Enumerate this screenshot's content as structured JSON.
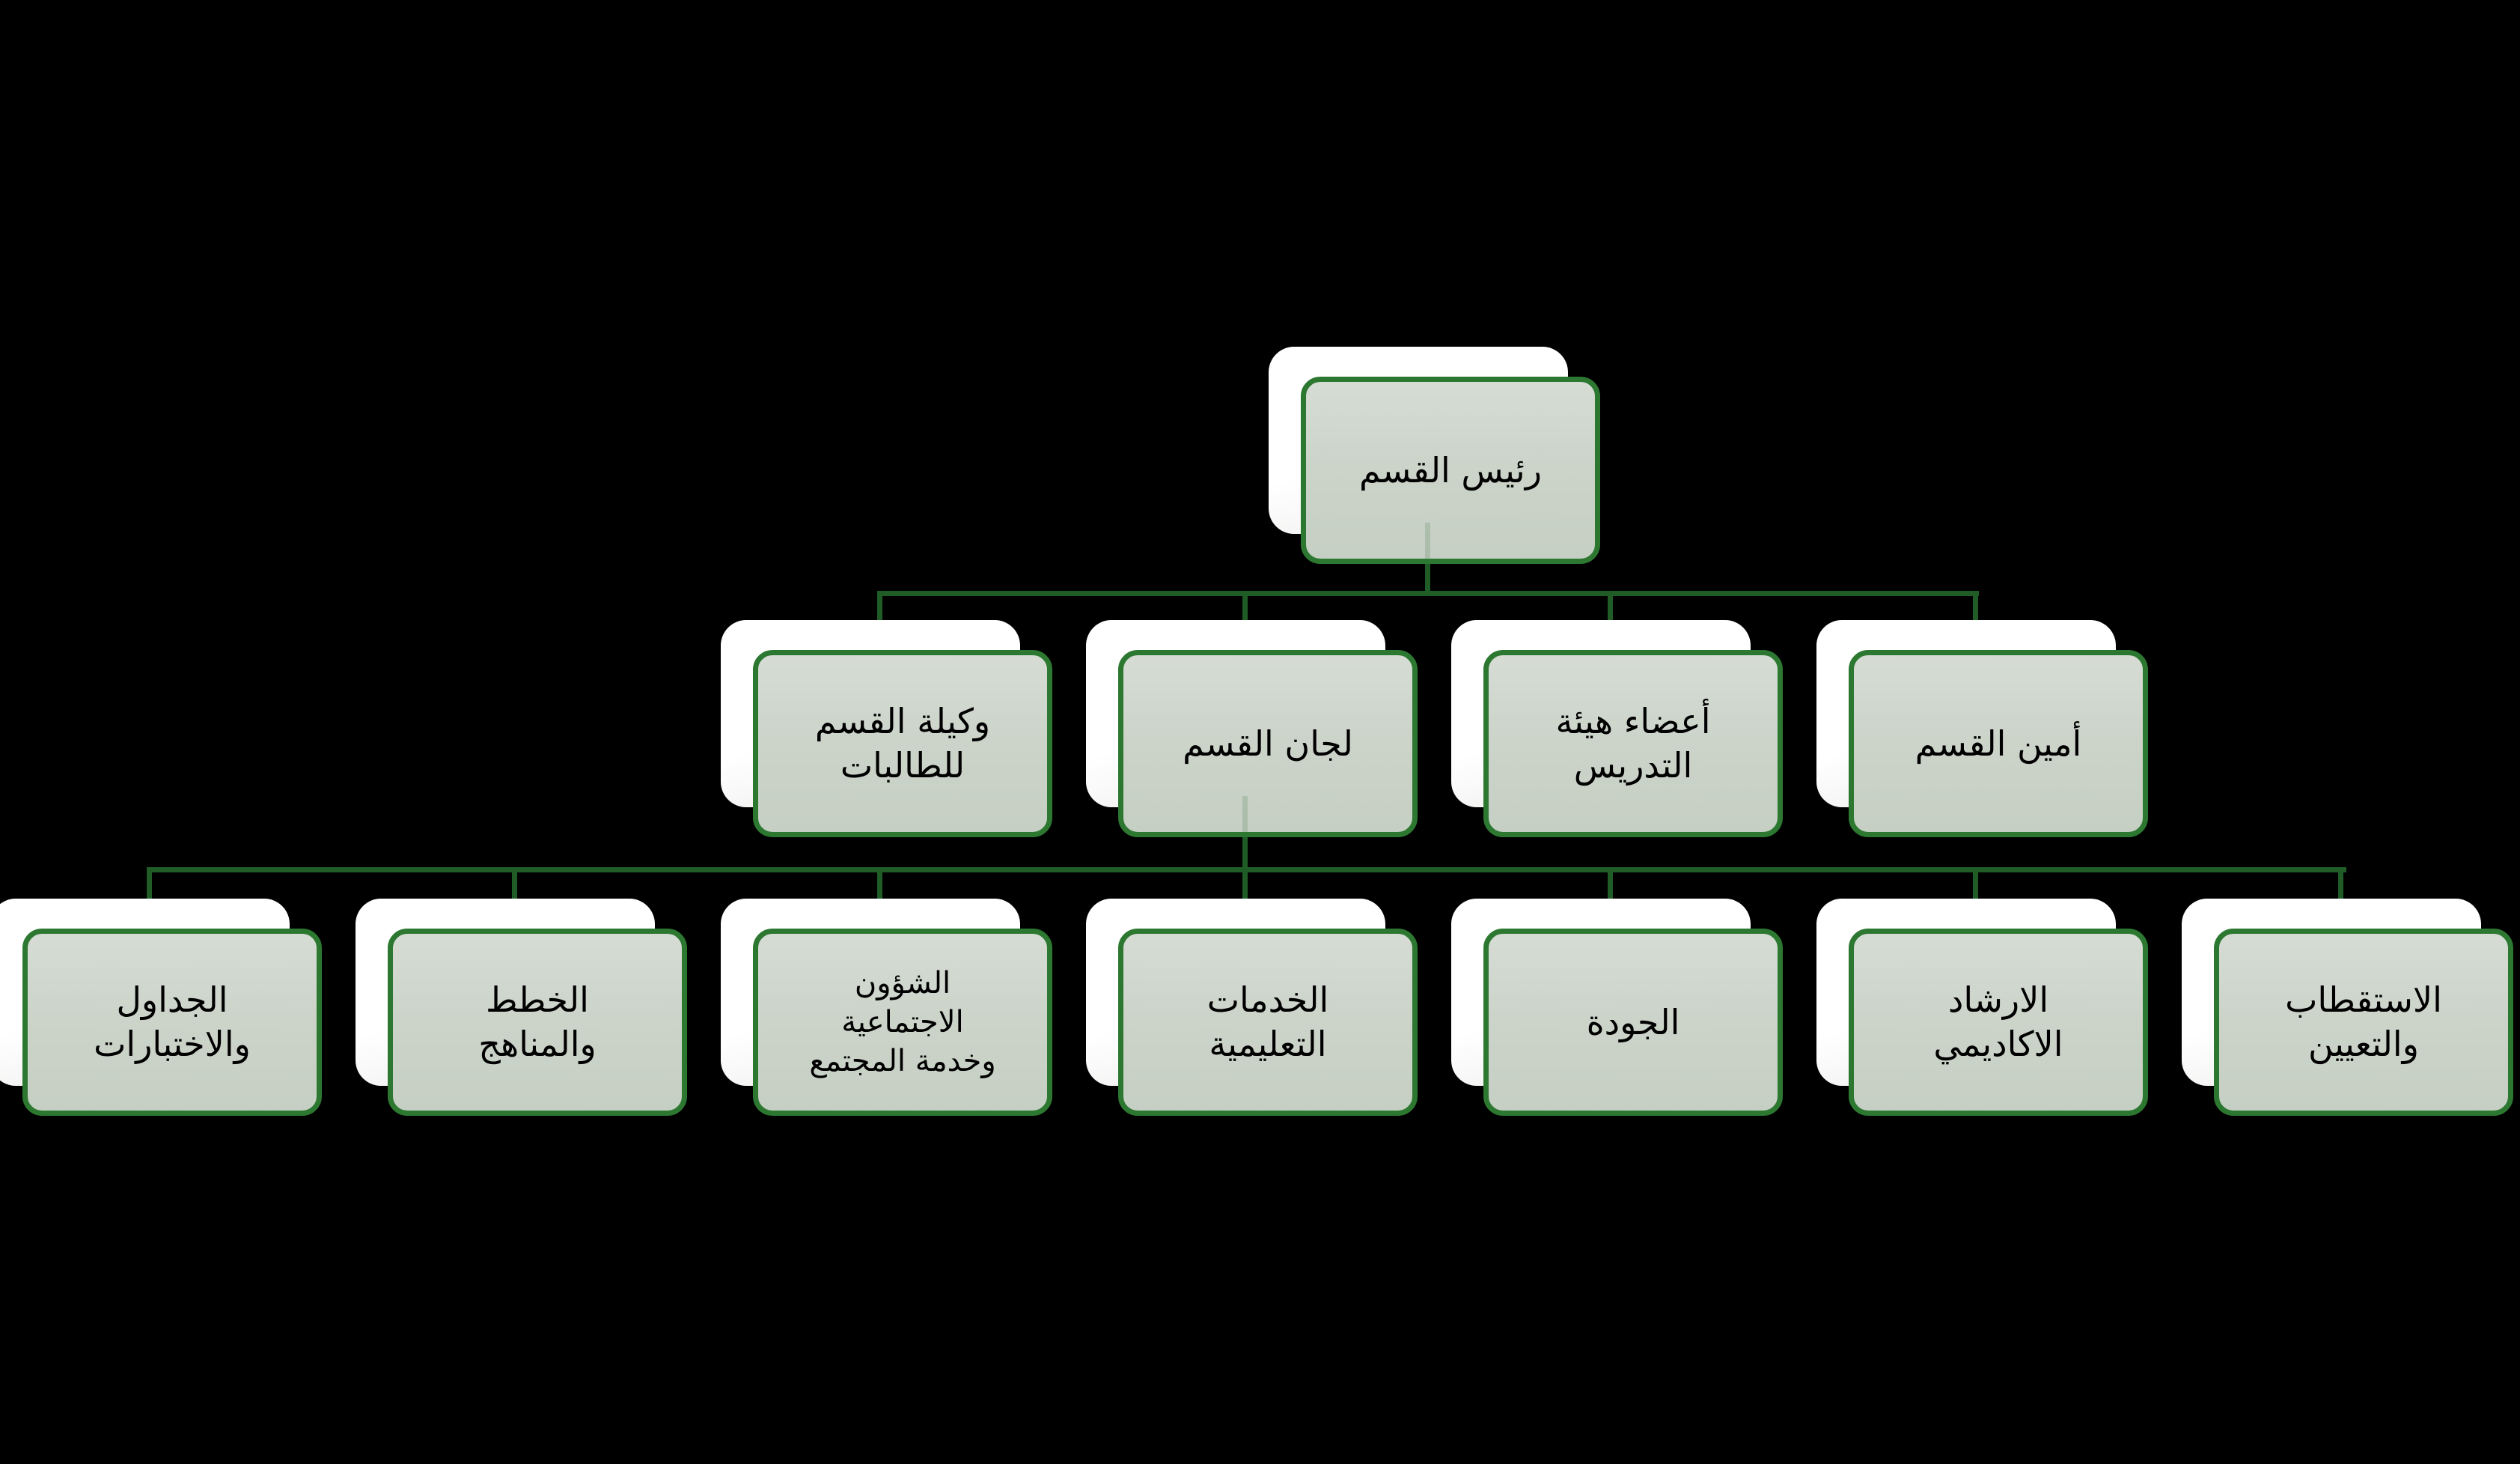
{
  "org_chart": {
    "background": "#000000",
    "colors": {
      "connector": "#1f5c26",
      "box_border": "#2d7831",
      "box_fill": "#ccd4ca",
      "shadow_card": "#ffffff",
      "text": "#000000"
    },
    "nodes": {
      "head": {
        "label": "رئيس القسم",
        "level": 1,
        "parent": null
      },
      "vice_for_students": {
        "label": "وكيلة القسم\nللطالبات",
        "level": 2,
        "parent": "head"
      },
      "committees": {
        "label": "لجان القسم",
        "level": 2,
        "parent": "head"
      },
      "faculty_members": {
        "label": "أعضاء هيئة\nالتدريس",
        "level": 2,
        "parent": "head"
      },
      "dept_secretary": {
        "label": "أمين القسم",
        "level": 2,
        "parent": "head"
      },
      "schedules_exams": {
        "label": "الجداول\nوالاختبارات",
        "level": 3,
        "parent": "committees"
      },
      "plans_curricula": {
        "label": "الخطط\nوالمناهج",
        "level": 3,
        "parent": "committees"
      },
      "social_affairs": {
        "label": "الشؤون\nالاجتماعية\nوخدمة المجتمع",
        "level": 3,
        "parent": "committees"
      },
      "educational_services": {
        "label": "الخدمات\nالتعليمية",
        "level": 3,
        "parent": "committees"
      },
      "quality": {
        "label": "الجودة",
        "level": 3,
        "parent": "committees"
      },
      "academic_advising": {
        "label": "الارشاد\nالاكاديمي",
        "level": 3,
        "parent": "committees"
      },
      "recruitment_appointment": {
        "label": "الاستقطاب\nوالتعيين",
        "level": 3,
        "parent": "committees"
      }
    }
  }
}
